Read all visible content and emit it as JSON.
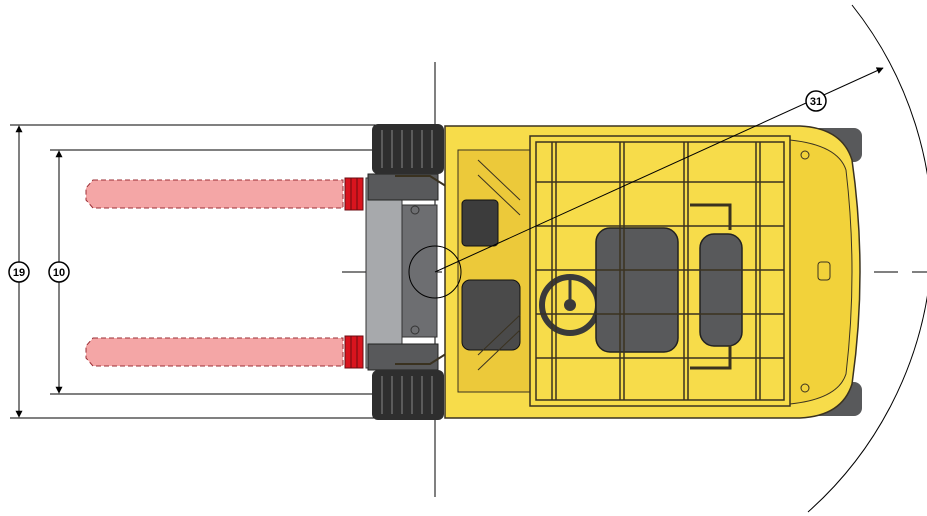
{
  "callouts": {
    "overall_width": "19",
    "fork_spread": "10",
    "turning_radius": "31"
  },
  "colors": {
    "truck_yellow": "#f7dc4a",
    "truck_outline": "#3a3220",
    "fork_fill": "#f4a6a6",
    "fork_tip": "#d9141e",
    "seat_gray": "#58595b",
    "tyre_dark": "#2e2e2e",
    "carriage_gray": "#a7a9ac"
  },
  "icons": {
    "callout_marker": "circled-number"
  }
}
